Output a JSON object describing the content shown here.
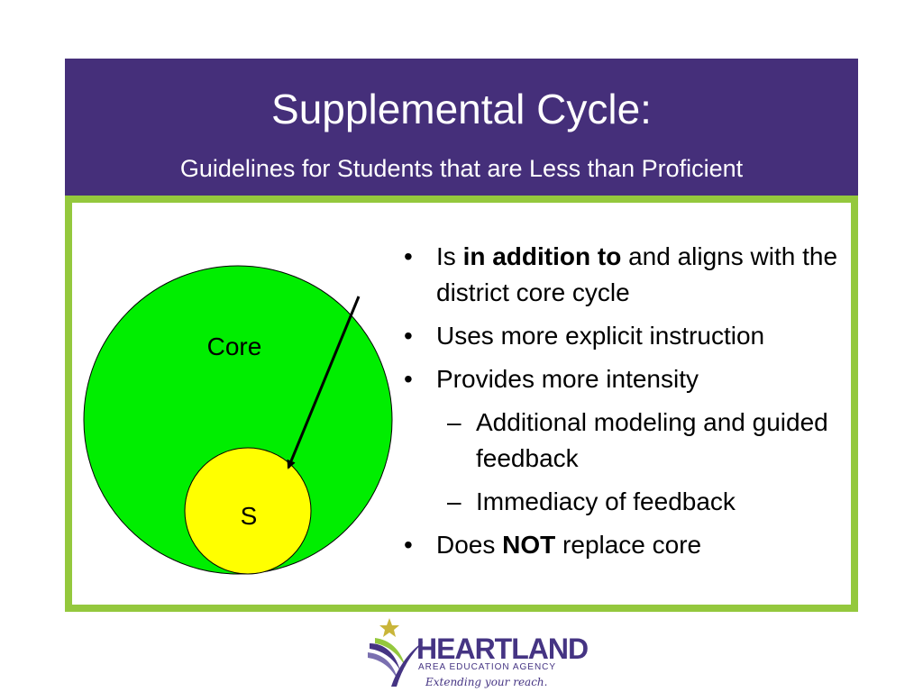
{
  "slide": {
    "title": "Supplemental Cycle:",
    "subtitle": "Guidelines for Students that are Less than Proficient"
  },
  "diagram": {
    "outer_label": "Core",
    "inner_label": "S",
    "colors": {
      "outer": "#00ee00",
      "inner": "#ffff00",
      "arrow": "#000000"
    }
  },
  "bullets": {
    "b1": {
      "pre": "Is ",
      "bold": "in addition to",
      "post": " and aligns with the district core cycle"
    },
    "b2": {
      "text": "Uses more explicit instruction"
    },
    "b3": {
      "text": "Provides more intensity"
    },
    "b3a": {
      "text": "Additional modeling and guided feedback"
    },
    "b3b": {
      "text": "Immediacy of feedback"
    },
    "b4": {
      "pre": "Does ",
      "bold": "NOT",
      "post": " replace core"
    },
    "marker_lvl1": "•",
    "marker_lvl2": "–"
  },
  "logo": {
    "name": "HEARTLAND",
    "subtitle": "AREA EDUCATION AGENCY",
    "tagline": "Extending your reach."
  },
  "colors": {
    "header_bg": "#452f7a",
    "frame": "#94c83d",
    "logo_text": "#453483"
  }
}
